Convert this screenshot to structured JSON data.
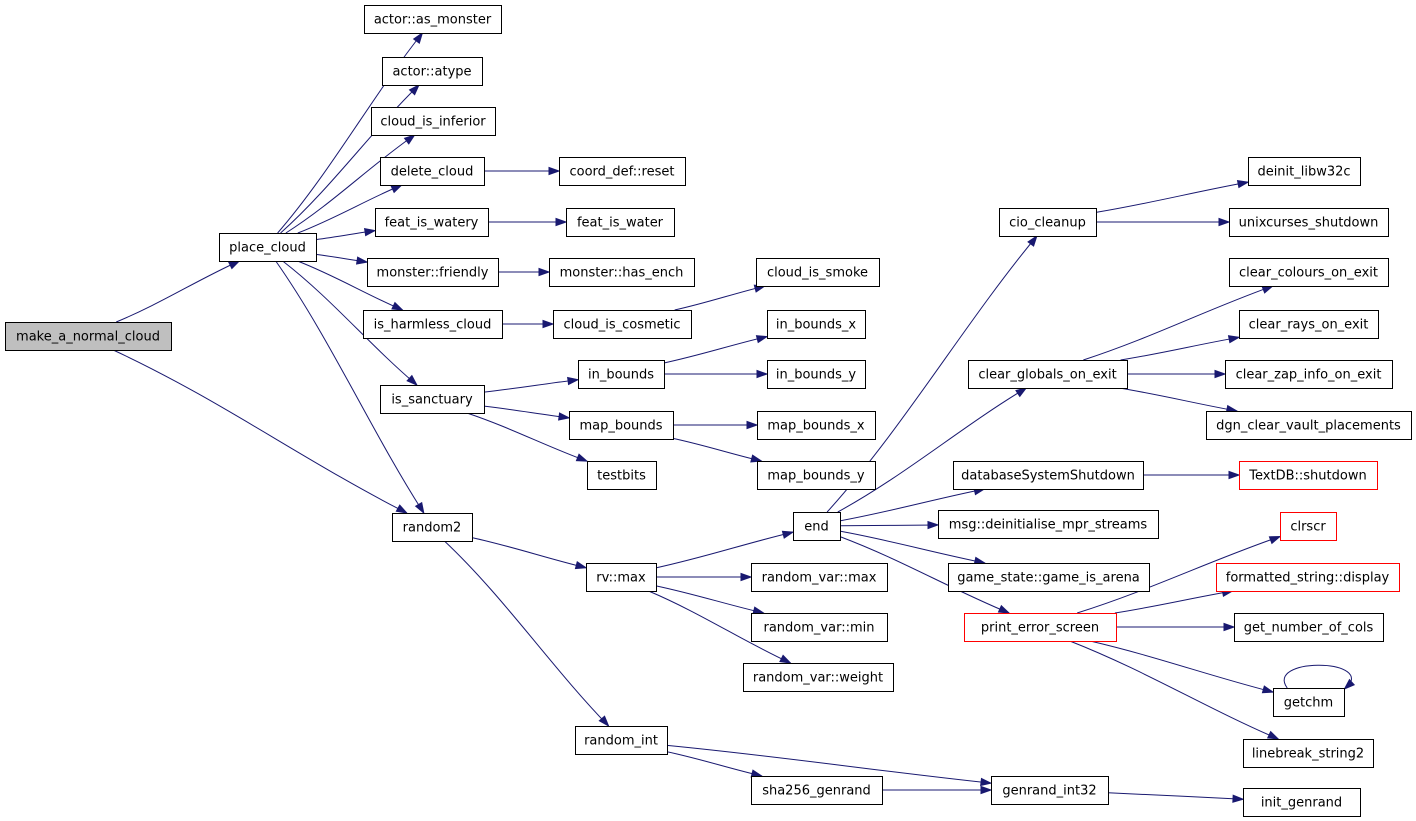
{
  "colors": {
    "edge": "#191970",
    "node_border": "#000000",
    "node_border_incomplete": "#ff0000",
    "node_fill": "#ffffff",
    "root_fill": "#bfbfbf"
  },
  "nodes": [
    {
      "id": "make_a_normal_cloud",
      "label": "make_a_normal_cloud",
      "root": true
    },
    {
      "id": "place_cloud",
      "label": "place_cloud"
    },
    {
      "id": "random2",
      "label": "random2"
    },
    {
      "id": "as_monster",
      "label": "actor::as_monster"
    },
    {
      "id": "atype",
      "label": "actor::atype"
    },
    {
      "id": "cloud_is_inferior",
      "label": "cloud_is_inferior"
    },
    {
      "id": "delete_cloud",
      "label": "delete_cloud"
    },
    {
      "id": "feat_is_watery",
      "label": "feat_is_watery"
    },
    {
      "id": "friendly",
      "label": "monster::friendly"
    },
    {
      "id": "is_harmless_cloud",
      "label": "is_harmless_cloud"
    },
    {
      "id": "is_sanctuary",
      "label": "is_sanctuary"
    },
    {
      "id": "coord_reset",
      "label": "coord_def::reset"
    },
    {
      "id": "feat_is_water",
      "label": "feat_is_water"
    },
    {
      "id": "has_ench",
      "label": "monster::has_ench"
    },
    {
      "id": "cloud_is_cosmetic",
      "label": "cloud_is_cosmetic"
    },
    {
      "id": "cloud_is_smoke",
      "label": "cloud_is_smoke"
    },
    {
      "id": "in_bounds",
      "label": "in_bounds"
    },
    {
      "id": "in_bounds_x",
      "label": "in_bounds_x"
    },
    {
      "id": "in_bounds_y",
      "label": "in_bounds_y"
    },
    {
      "id": "map_bounds",
      "label": "map_bounds"
    },
    {
      "id": "map_bounds_x",
      "label": "map_bounds_x"
    },
    {
      "id": "map_bounds_y",
      "label": "map_bounds_y"
    },
    {
      "id": "testbits",
      "label": "testbits"
    },
    {
      "id": "rv_max",
      "label": "rv::max"
    },
    {
      "id": "random_int",
      "label": "random_int"
    },
    {
      "id": "end",
      "label": "end"
    },
    {
      "id": "rv_var_max",
      "label": "random_var::max"
    },
    {
      "id": "rv_var_min",
      "label": "random_var::min"
    },
    {
      "id": "rv_var_weight",
      "label": "random_var::weight"
    },
    {
      "id": "sha256_genrand",
      "label": "sha256_genrand"
    },
    {
      "id": "genrand_int32",
      "label": "genrand_int32"
    },
    {
      "id": "init_genrand",
      "label": "init_genrand"
    },
    {
      "id": "cio_cleanup",
      "label": "cio_cleanup"
    },
    {
      "id": "clear_globals_on_exit",
      "label": "clear_globals_on_exit"
    },
    {
      "id": "databaseSystemShutdown",
      "label": "databaseSystemShutdown"
    },
    {
      "id": "deinit_mpr",
      "label": "msg::deinitialise_mpr_streams"
    },
    {
      "id": "game_is_arena",
      "label": "game_state::game_is_arena"
    },
    {
      "id": "print_error_screen",
      "label": "print_error_screen",
      "incomplete": true
    },
    {
      "id": "deinit_libw32c",
      "label": "deinit_libw32c"
    },
    {
      "id": "unixcurses_shutdown",
      "label": "unixcurses_shutdown"
    },
    {
      "id": "clear_colours_on_exit",
      "label": "clear_colours_on_exit"
    },
    {
      "id": "clear_rays_on_exit",
      "label": "clear_rays_on_exit"
    },
    {
      "id": "clear_zap_info_on_exit",
      "label": "clear_zap_info_on_exit"
    },
    {
      "id": "dgn_clear_vault_placements",
      "label": "dgn_clear_vault_placements"
    },
    {
      "id": "textdb_shutdown",
      "label": "TextDB::shutdown",
      "incomplete": true
    },
    {
      "id": "clrscr",
      "label": "clrscr",
      "incomplete": true
    },
    {
      "id": "fs_display",
      "label": "formatted_string::display",
      "incomplete": true
    },
    {
      "id": "get_number_of_cols",
      "label": "get_number_of_cols"
    },
    {
      "id": "getchm",
      "label": "getchm"
    },
    {
      "id": "linebreak_string2",
      "label": "linebreak_string2"
    }
  ],
  "edges": [
    [
      "make_a_normal_cloud",
      "place_cloud"
    ],
    [
      "make_a_normal_cloud",
      "random2"
    ],
    [
      "place_cloud",
      "as_monster"
    ],
    [
      "place_cloud",
      "atype"
    ],
    [
      "place_cloud",
      "cloud_is_inferior"
    ],
    [
      "place_cloud",
      "delete_cloud"
    ],
    [
      "place_cloud",
      "feat_is_watery"
    ],
    [
      "place_cloud",
      "friendly"
    ],
    [
      "place_cloud",
      "is_harmless_cloud"
    ],
    [
      "place_cloud",
      "is_sanctuary"
    ],
    [
      "place_cloud",
      "random2"
    ],
    [
      "delete_cloud",
      "coord_reset"
    ],
    [
      "feat_is_watery",
      "feat_is_water"
    ],
    [
      "friendly",
      "has_ench"
    ],
    [
      "is_harmless_cloud",
      "cloud_is_cosmetic"
    ],
    [
      "cloud_is_cosmetic",
      "cloud_is_smoke"
    ],
    [
      "is_sanctuary",
      "in_bounds"
    ],
    [
      "is_sanctuary",
      "map_bounds"
    ],
    [
      "is_sanctuary",
      "testbits"
    ],
    [
      "in_bounds",
      "in_bounds_x"
    ],
    [
      "in_bounds",
      "in_bounds_y"
    ],
    [
      "map_bounds",
      "map_bounds_x"
    ],
    [
      "map_bounds",
      "map_bounds_y"
    ],
    [
      "random2",
      "rv_max"
    ],
    [
      "random2",
      "random_int"
    ],
    [
      "rv_max",
      "end"
    ],
    [
      "rv_max",
      "rv_var_max"
    ],
    [
      "rv_max",
      "rv_var_min"
    ],
    [
      "rv_max",
      "rv_var_weight"
    ],
    [
      "random_int",
      "genrand_int32"
    ],
    [
      "random_int",
      "sha256_genrand"
    ],
    [
      "sha256_genrand",
      "genrand_int32"
    ],
    [
      "genrand_int32",
      "init_genrand"
    ],
    [
      "end",
      "cio_cleanup"
    ],
    [
      "end",
      "clear_globals_on_exit"
    ],
    [
      "end",
      "databaseSystemShutdown"
    ],
    [
      "end",
      "deinit_mpr"
    ],
    [
      "end",
      "game_is_arena"
    ],
    [
      "end",
      "print_error_screen"
    ],
    [
      "cio_cleanup",
      "deinit_libw32c"
    ],
    [
      "cio_cleanup",
      "unixcurses_shutdown"
    ],
    [
      "clear_globals_on_exit",
      "clear_colours_on_exit"
    ],
    [
      "clear_globals_on_exit",
      "clear_rays_on_exit"
    ],
    [
      "clear_globals_on_exit",
      "clear_zap_info_on_exit"
    ],
    [
      "clear_globals_on_exit",
      "dgn_clear_vault_placements"
    ],
    [
      "databaseSystemShutdown",
      "textdb_shutdown"
    ],
    [
      "print_error_screen",
      "clrscr"
    ],
    [
      "print_error_screen",
      "fs_display"
    ],
    [
      "print_error_screen",
      "get_number_of_cols"
    ],
    [
      "print_error_screen",
      "getchm"
    ],
    [
      "print_error_screen",
      "linebreak_string2"
    ],
    [
      "getchm",
      "getchm"
    ]
  ]
}
